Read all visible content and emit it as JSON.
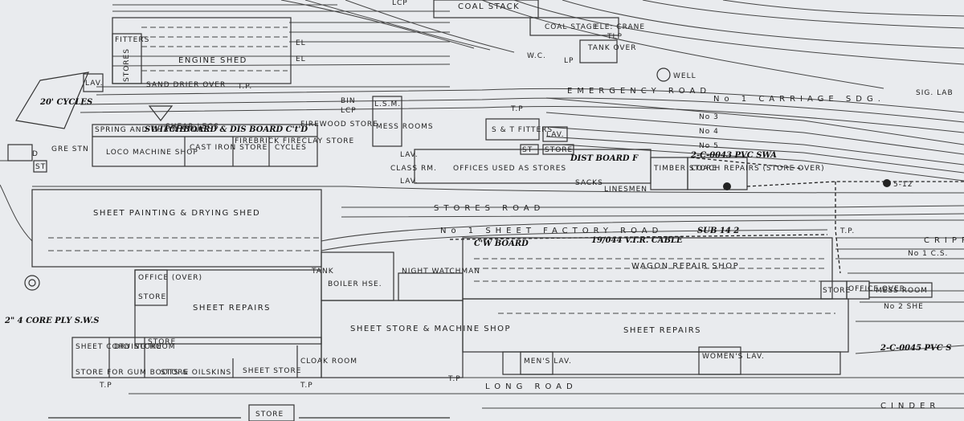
{
  "labels": {
    "coal_stack": "COAL STACK",
    "coal_stage": "COAL STAGE",
    "elec_crane": "ELE: CRANE",
    "tlp_top": "TLP",
    "lcp_top": "LCP",
    "fitters": "FITTERS",
    "engine_shed": "ENGINE SHED",
    "stores_v": "STORES",
    "el1": "EL",
    "el2": "EL",
    "sand_drier": "SAND DRIER OVER",
    "tp1": "T.P.",
    "lav1": "LAV.",
    "cycles_hand": "20' CYCLES",
    "lp": "LP",
    "tank_over": "TANK OVER",
    "well": "WELL",
    "wc": "W.C.",
    "shear_legs": "SHEAR LEGS",
    "spring_and_chain_store": "SPRING AND CHAIN STORE",
    "switchboard": "SWITCHBOARD & DIS BOARD C't'D",
    "loco_machine_shop": "LOCO MACHINE SHOP",
    "cast_iron_store": "CAST IRON STORE",
    "firebrick_store": "FIREBRICK FIRECLAY STORE",
    "cycles": "CYCLES",
    "firewood_store": "FIREWOOD STORE",
    "bin": "BIN",
    "lcp2": "LCP",
    "lsm": "L.S.M.",
    "mess_rooms": "MESS ROOMS",
    "tp2": "T.P",
    "s_t_fitters": "S & T FITTERS",
    "lav2": "LAV.",
    "st_box": "ST",
    "store_box": "STORE",
    "dist_board": "DIST BOARD F",
    "lav3": "LAV.",
    "class_rm": "CLASS RM.",
    "lav4": "LAV.",
    "offices_used_as_stores": "OFFICES USED AS STORES",
    "sacks": "SACKS",
    "linesmen": "LINESMEN",
    "timber_store": "TIMBER STORE",
    "coach_repairs": "COACH REPAIRS (STORE OVER)",
    "gre_stn": "GRE STN",
    "d": "D",
    "st2": "ST",
    "emergency_road": "EMERGENCY ROAD",
    "carriage_sdg": "No 1 CARRIAGE SDG.",
    "no3": "No 3",
    "no4": "No 4",
    "no5": "No 5",
    "pvc_hand": "2-C-0043 PVC SWA",
    "sig_lab": "SIG. LAB",
    "stores_road": "STORES ROAD",
    "sheet_factory_road": "No 1 SHEET FACTORY ROAD",
    "sheet_painting": "SHEET PAINTING & DRYING SHED",
    "tank": "TANK",
    "boiler_hse": "BOILER HSE.",
    "night_watchman": "NIGHT WATCHMAN",
    "office_over": "OFFICE (OVER)",
    "store3": "STORE",
    "sheet_repairs_left": "SHEET REPAIRS",
    "ply_hand": "2\" 4 CORE PLY S.W.S",
    "sheet_cord_store": "SHEET CORD STORE",
    "drying_room": "DRYING ROOM",
    "store4": "STORE",
    "store5": "STORE",
    "gum_boots": "STORE FOR GUM BOOTS & OILSKINS",
    "sheet_store_small": "SHEET STORE",
    "cloak_room": "CLOAK ROOM",
    "sheet_store_machine": "SHEET STORE & MACHINE SHOP",
    "wagon_repair_shop": "WAGON REPAIR SHOP",
    "sheet_repairs_right": "SHEET REPAIRS",
    "mens_lav": "MEN'S LAV.",
    "womens_lav": "WOMEN'S LAV.",
    "store6": "STORE",
    "office_over2": "OFFICE OVER",
    "mess_room": "MESS ROOM",
    "long_road": "LONG ROAD",
    "cripp": "CRIPP",
    "no1_cs": "No 1 C.S.",
    "no2_she": "No 2 SHE",
    "pvc_hand2": "2-C-0045 PVC S",
    "cinder": "CINDER",
    "store_bottom": "STORE",
    "tp_bottom1": "T.P",
    "tp_bottom2": "T.P",
    "tp_bottom3": "T.P",
    "sub_hand": "SUB 14 2",
    "cab_hand": "19/044 V.I.R. CABLE",
    "wal_hand": "C'W BOARD",
    "tp_right": "T.P.",
    "sig_num": "5-12"
  }
}
